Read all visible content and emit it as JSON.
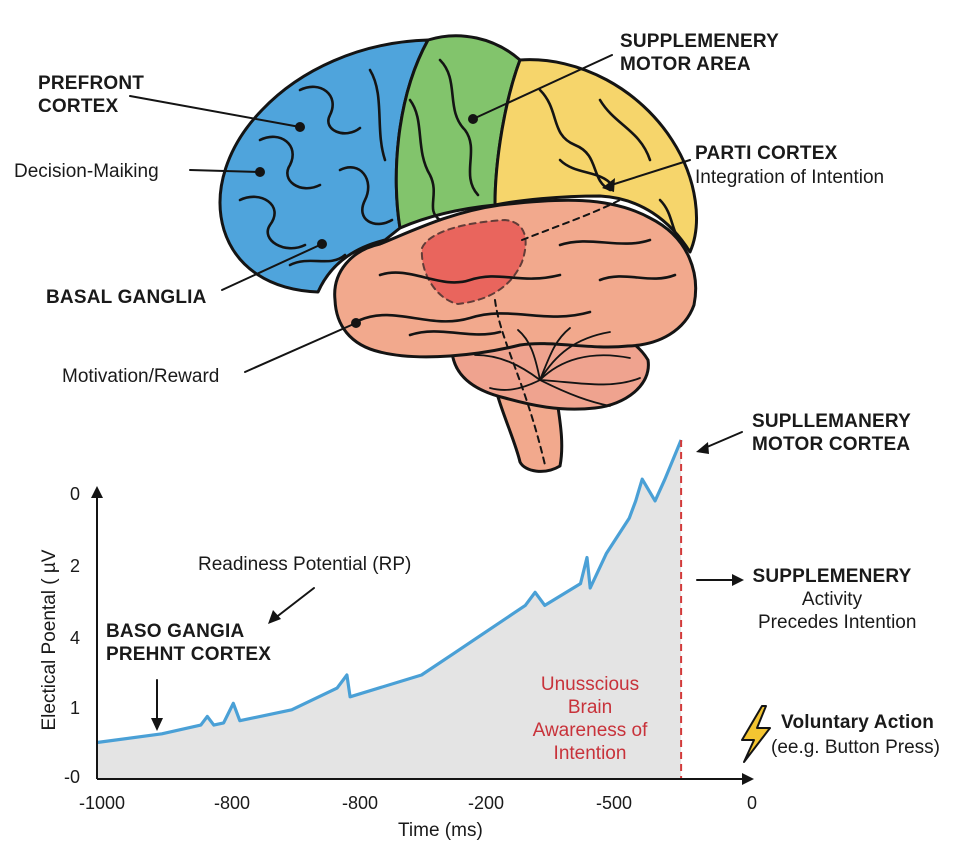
{
  "labels": {
    "prefrontal_title": [
      "PREFRONT",
      "CORTEX"
    ],
    "decision": "Decision-Maiking",
    "basal_title": "BASAL GANGLIA",
    "motivation": "Motivation/Reward",
    "sma_title": [
      "SUPPLEMENERY",
      "MOTOR AREA"
    ],
    "parietal_title": "PARTI CORTEX",
    "parietal_sub": "Integration of Intention",
    "peak_label": [
      "SUPLLEMANERY",
      "MOTOR CORTEA"
    ],
    "rp_label": "Readiness Potential (RP)",
    "early_label": [
      "BASO GANGIA",
      "PREHNT CORTEX"
    ],
    "supp_activity": [
      "SUPPLEMENERY",
      "Activity",
      "Precedes Intention"
    ],
    "unconscious": [
      "Unusscious",
      "Brain",
      "Awareness of",
      "Intention"
    ],
    "voluntary_title": "Voluntary Action",
    "voluntary_sub": "(ee.g. Button Press)"
  },
  "colors": {
    "prefrontal": "#4fa4dc",
    "motor": "#82c46c",
    "parietal": "#f6d56b",
    "temporal": "#f2a98d",
    "hotspot": "#e85a55",
    "cerebellum": "#efa38f",
    "curve": "#4aa0d6",
    "fill": "#e4e4e4",
    "marker": "#d23a3a",
    "bolt": "#f4c531"
  },
  "chart_data": {
    "type": "area",
    "xlabel": "Time (ms)",
    "ylabel": "Electical Poental ( µV",
    "x_ticks": [
      "-1000",
      "-800",
      "-800",
      "-200",
      "-500",
      "0"
    ],
    "y_ticks": [
      "0",
      "2",
      "4",
      "1",
      "-0"
    ],
    "series": [
      {
        "x": [
          -1000,
          -900,
          -840,
          -830,
          -820,
          -805,
          -790,
          -780,
          -700,
          -630,
          -615,
          -610,
          -500,
          -450,
          -360,
          -340,
          -325,
          -310,
          -255,
          -245,
          -240,
          -215,
          -180,
          -170,
          -160,
          -140,
          -125,
          -100
        ],
        "y": [
          0.15,
          0.35,
          0.55,
          0.75,
          0.55,
          0.6,
          1.05,
          0.65,
          0.9,
          1.4,
          1.7,
          1.2,
          1.7,
          2.2,
          3.1,
          3.3,
          3.6,
          3.3,
          3.8,
          4.4,
          3.7,
          4.5,
          5.3,
          5.7,
          6.2,
          5.7,
          6.2,
          7.1
        ]
      }
    ],
    "action_time": -100
  }
}
